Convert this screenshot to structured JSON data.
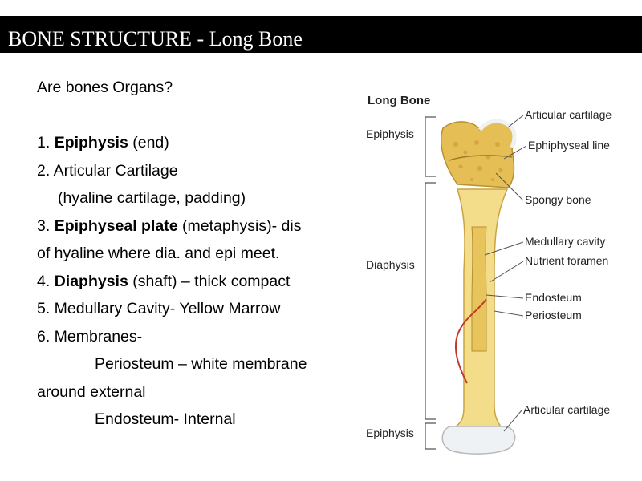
{
  "slide": {
    "title": "BONE STRUCTURE - Long Bone",
    "question": "Are bones Organs?",
    "items": {
      "i1_num": "1.",
      "i1_bold": "Epiphysis",
      "i1_rest": "(end)",
      "i2": "2. Articular Cartilage",
      "i2_sub": "(hyaline cartilage, padding)",
      "i3_num": "3.",
      "i3_bold": "Epiphyseal plate",
      "i3_rest": "(metaphysis)- dis",
      "i3_cont": "of hyaline where dia. and epi meet.",
      "i4_num": "4.",
      "i4_bold": "Diaphysis",
      "i4_rest": "(shaft) – thick compact",
      "i5": "5. Medullary Cavity- Yellow Marrow",
      "i6": "6. Membranes-",
      "i6_a": "Periosteum – white membrane",
      "i6_a_cont": "around external",
      "i6_b": "Endosteum- Internal"
    }
  },
  "figure": {
    "title": "Long Bone",
    "left_labels": {
      "epiphysis_top": "Epiphysis",
      "diaphysis": "Diaphysis",
      "epiphysis_bottom": "Epiphysis"
    },
    "right_labels": {
      "articular_top": "Articular cartilage",
      "epiphyseal_line": "Ephiphyseal line",
      "spongy": "Spongy bone",
      "medullary": "Medullary cavity",
      "nutrient": "Nutrient foramen",
      "endosteum": "Endosteum",
      "periosteum": "Periosteum",
      "articular_bottom": "Articular cartilage"
    },
    "colors": {
      "bone": "#f3dc8a",
      "bone_edge": "#c9a440",
      "cartilage": "#eef2f4",
      "vessel": "#c0392b",
      "marrow": "#e8c45c"
    }
  }
}
